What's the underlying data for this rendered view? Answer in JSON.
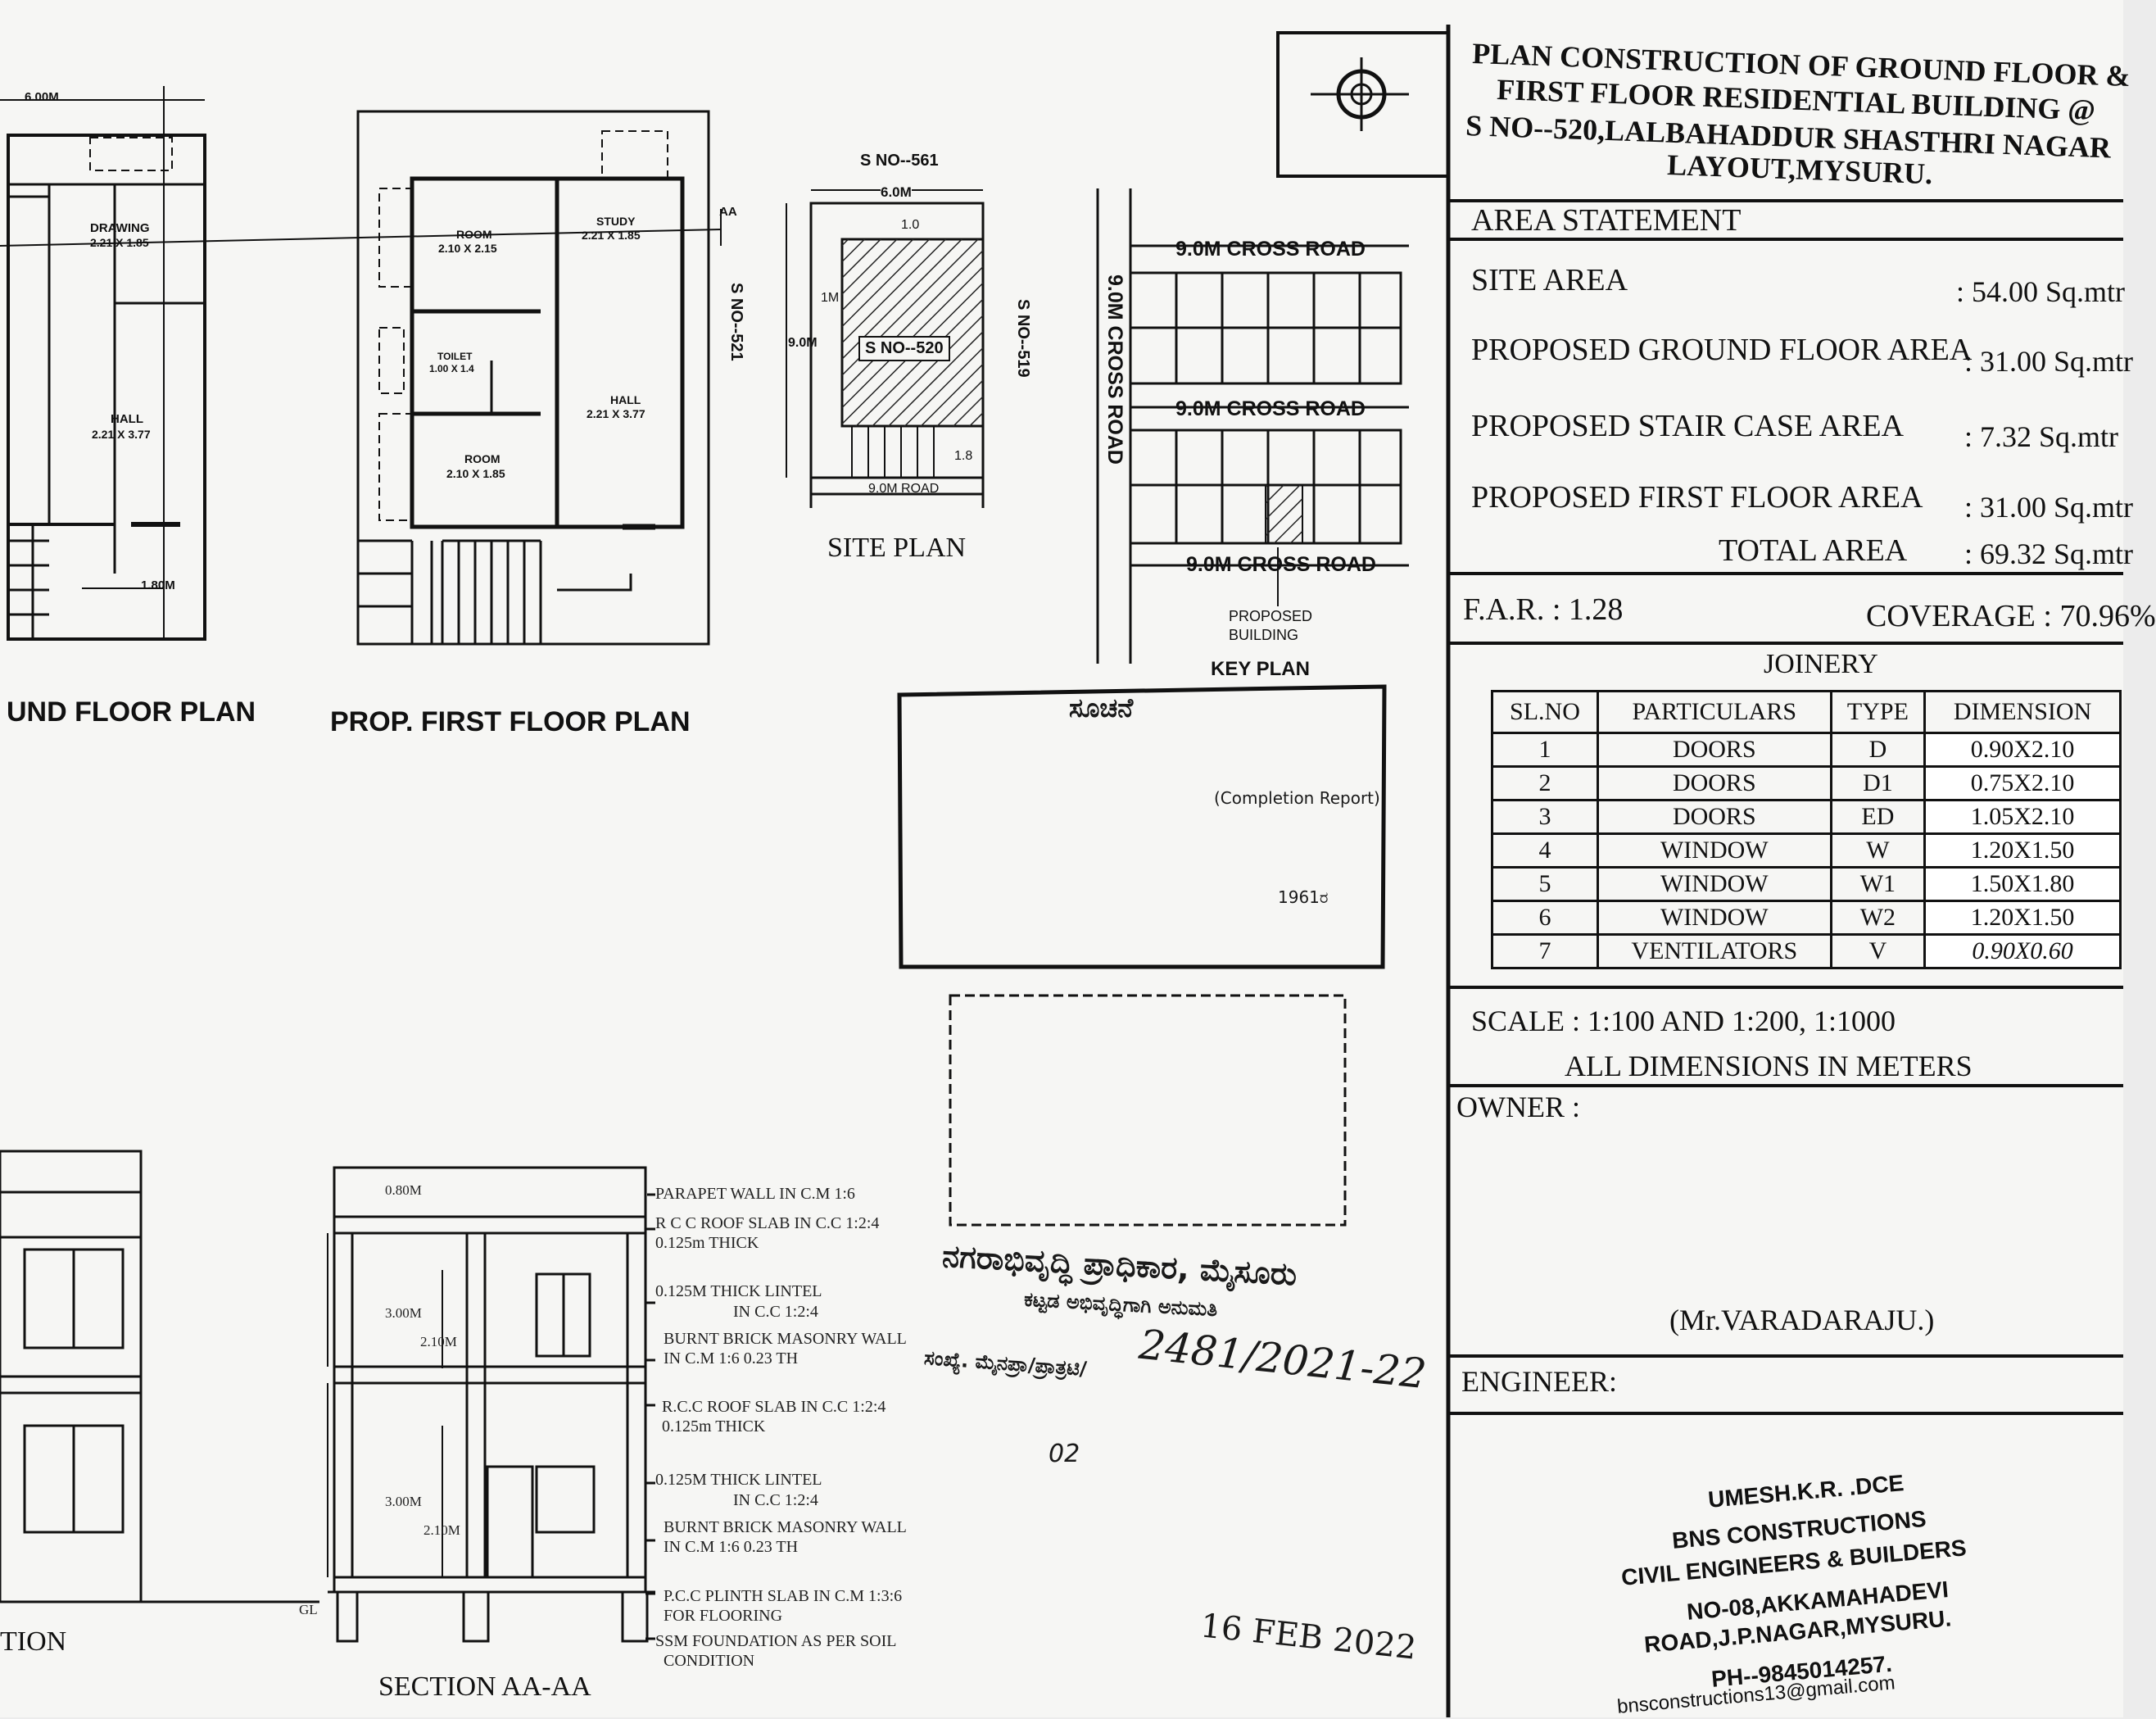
{
  "title_block": {
    "title_lines": [
      "PLAN CONSTRUCTION OF GROUND FLOOR &",
      "FIRST FLOOR RESIDENTIAL BUILDING @",
      "S NO--520,LALBAHADDUR SHASTHRI NAGAR",
      "LAYOUT,MYSURU."
    ],
    "area_statement_heading": "AREA STATEMENT",
    "areas": [
      {
        "label": "SITE AREA",
        "value": ": 54.00 Sq.mtr"
      },
      {
        "label": "PROPOSED GROUND FLOOR AREA",
        "value": ": 31.00 Sq.mtr"
      },
      {
        "label": "PROPOSED STAIR CASE AREA",
        "value": ": 7.32 Sq.mtr"
      },
      {
        "label": "PROPOSED FIRST FLOOR AREA",
        "value": ": 31.00 Sq.mtr"
      },
      {
        "label": "TOTAL AREA",
        "value": ": 69.32 Sq.mtr"
      }
    ],
    "far": "F.A.R.  : 1.28",
    "coverage": "COVERAGE : 70.96%",
    "joinery_heading": "JOINERY",
    "joinery_columns": [
      "SL.NO",
      "PARTICULARS",
      "TYPE",
      "DIMENSION"
    ],
    "joinery_rows": [
      [
        "1",
        "DOORS",
        "D",
        "0.90X2.10"
      ],
      [
        "2",
        "DOORS",
        "D1",
        "0.75X2.10"
      ],
      [
        "3",
        "DOORS",
        "ED",
        "1.05X2.10"
      ],
      [
        "4",
        "WINDOW",
        "W",
        "1.20X1.50"
      ],
      [
        "5",
        "WINDOW",
        "W1",
        "1.50X1.80"
      ],
      [
        "6",
        "WINDOW",
        "W2",
        "1.20X1.50"
      ],
      [
        "7",
        "VENTILATORS",
        "V",
        "0.90X0.60"
      ]
    ],
    "scale": "SCALE   : 1:100  AND 1:200, 1:1000",
    "dimensions_note": "ALL DIMENSIONS IN METERS",
    "owner_label": "OWNER :",
    "owner_name": "(Mr.VARADARAJU.)",
    "engineer_label": "ENGINEER:",
    "engineer_lines": [
      "UMESH.K.R. .DCE",
      "BNS  CONSTRUCTIONS",
      "CIVIL ENGINEERS & BUILDERS",
      "NO-08,AKKAMAHADEVI",
      "ROAD,J.P.NAGAR,MYSURU.",
      "PH--9845014257.",
      "bnsconstructions13@gmail.com"
    ]
  },
  "plans": {
    "ground_floor_title": "UND FLOOR PLAN",
    "first_floor_title": "PROP. FIRST FLOOR PLAN",
    "site_plan_title": "SITE PLAN",
    "key_plan_title": "KEY PLAN",
    "section_title": "SECTION AA-AA",
    "elevation_title": "TION",
    "ground_rooms": [
      {
        "name": "DRAWING",
        "size": "2.21 X 1.85"
      },
      {
        "name": "HALL",
        "size": "2.21 X 3.77"
      }
    ],
    "first_rooms": [
      {
        "name": "ROOM",
        "size": "2.10 X 2.15"
      },
      {
        "name": "STUDY",
        "size": "2.21 X 1.85"
      },
      {
        "name": "TOILET",
        "size": "1.00 X 1.4"
      },
      {
        "name": "HALL",
        "size": "2.21 X 3.77"
      },
      {
        "name": "ROOM",
        "size": "2.10 X 1.85"
      }
    ],
    "dims": {
      "top": "6.00M",
      "ground_stair": "1.80M",
      "aa": "AA"
    },
    "site": {
      "north": "S NO--561",
      "width": "6.0M",
      "west": "S NO--521",
      "east": "S NO--519",
      "plot": "S NO--520",
      "depth": "9.0M",
      "road": "9.0M ROAD",
      "front": "1.0",
      "side": "1M",
      "rear": "1.8"
    },
    "key": {
      "road1": "9.0M CROSS ROAD",
      "road2": "9.0M CROSS ROAD",
      "road3": "9.0M CROSS ROAD",
      "road_v": "9.0M CROSS ROAD",
      "proposed": "PROPOSED",
      "building": "BUILDING"
    },
    "section_notes": [
      "PARAPET WALL IN C.M 1:6",
      "R C C ROOF SLAB IN C.C 1:2:4",
      "0.125m THICK",
      "0.125M THICK LINTEL",
      "IN C.C 1:2:4",
      "BURNT BRICK MASONRY WALL",
      "IN C.M 1:6 0.23 TH",
      "R.C.C ROOF SLAB IN C.C 1:2:4",
      "0.125m THICK",
      "0.125M THICK LINTEL",
      "IN C.C 1:2:4",
      "BURNT BRICK MASONRY WALL",
      "IN C.M 1:6 0.23 TH",
      "P.C.C PLINTH SLAB IN C.M 1:3:6",
      "FOR FLOORING",
      "SSM FOUNDATION AS PER SOIL",
      "CONDITION"
    ],
    "section_dims": {
      "parapet": "0.80M",
      "h1": "3.00M",
      "d1": "2.10M",
      "h2": "3.00M",
      "d2": "2.10M",
      "gl": "GL"
    }
  },
  "stamp": {
    "heading": "ಸೂಚನೆ",
    "note": "(Completion Report)",
    "years": "1961ರ",
    "authority": "ನಗರಾಭಿವೃದ್ಧಿ ಪ್ರಾಧಿಕಾರ, ಮೈಸೂರು",
    "sub": "ಕಟ್ಟಡ ಅಭಿವೃದ್ಧಿಗಾಗಿ ಅನುಮತಿ",
    "number": "2481/2021-22",
    "number_prefix": "ಸಂಖ್ಯೆ. ಮೈನಪ್ರಾ/ಪ್ರಾತ್ರಟಿ/",
    "years_valid": "02",
    "date": "16 FEB 2022"
  }
}
